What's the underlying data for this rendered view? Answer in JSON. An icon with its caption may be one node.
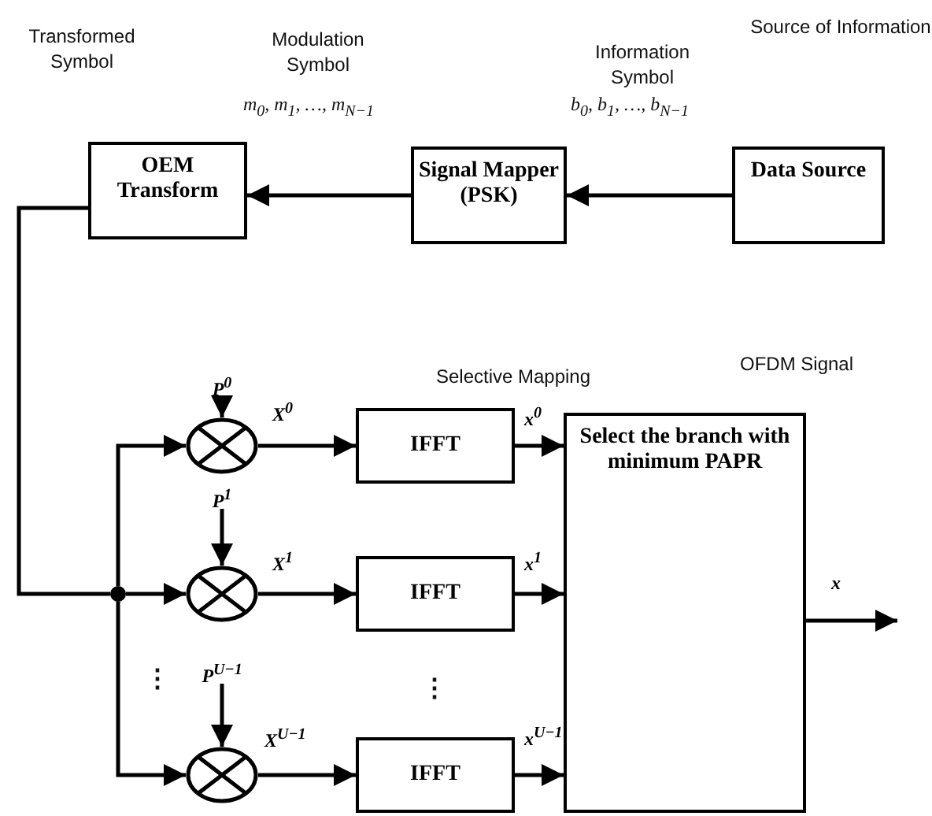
{
  "diagram": {
    "nodes": [
      {
        "text": [
          "OEM Transform"
        ]
      },
      {
        "text": [
          "Signal Mapper (PSK)"
        ]
      },
      {
        "text": [
          "Data Source"
        ]
      },
      {
        "text": [],
        "shape": "circle"
      },
      {
        "text": [
          "P$^{0}$"
        ]
      },
      {
        "text": [],
        "shape": "circle"
      },
      {
        "text": [
          "IFFT"
        ]
      },
      {
        "text": [
          "P$^{1}$"
        ]
      },
      {
        "text": [],
        "shape": "circle"
      },
      {
        "text": [
          "IFFT"
        ]
      },
      {
        "text": [
          "P$^{U−1}$"
        ]
      },
      {
        "text": [],
        "shape": "circle"
      },
      {
        "text": [
          "IFFT"
        ]
      },
      {
        "text": [
          "Select the branch with minimum PAPR"
        ]
      }
    ],
    "edges": [
      {
        "from": 2,
        "to": 1,
        "arrow": "to"
      },
      {
        "from": 1,
        "to": 0,
        "arrow": "to"
      },
      {
        "from": 0,
        "to": 3,
        "arrow": "none"
      },
      {
        "from": 3,
        "to": 5,
        "arrow": "to"
      },
      {
        "from": 3,
        "to": 8,
        "arrow": "to"
      },
      {
        "from": 3,
        "to": 11,
        "arrow": "to"
      },
      {
        "from": 4,
        "to": 5,
        "arrow": "to"
      },
      {
        "from": 7,
        "to": 8,
        "arrow": "to"
      },
      {
        "from": 10,
        "to": 11,
        "arrow": "to"
      },
      {
        "from": 5,
        "to": 6,
        "arrow": "to",
        "label": "X$^{0}$"
      },
      {
        "from": 8,
        "to": 9,
        "arrow": "to",
        "label": "X$^{1}$"
      },
      {
        "from": 11,
        "to": 12,
        "arrow": "to",
        "label": "X$^{U−1}$"
      },
      {
        "from": 6,
        "to": 13,
        "arrow": "to",
        "label": "x$^{0}$"
      },
      {
        "from": 9,
        "to": 13,
        "arrow": "to",
        "label": "x$^{1}$"
      },
      {
        "from": 12,
        "to": 13,
        "arrow": "to",
        "label": "x$^{U−1}$"
      },
      {
        "from": 13,
        "to": null,
        "arrow": "to",
        "label": "x"
      }
    ],
    "labels": [
      "Transformed Symbol",
      "Modulation Symbol",
      "Information Symbol",
      "Source of Information",
      "m$_{0}$, m$_{1}$, …, m$_{N−1}$",
      "b$_{0}$, b$_{1}$, …, b$_{N−1}$",
      "Selective Mapping",
      "OFDM Signal",
      "⋮",
      "⋮"
    ]
  }
}
